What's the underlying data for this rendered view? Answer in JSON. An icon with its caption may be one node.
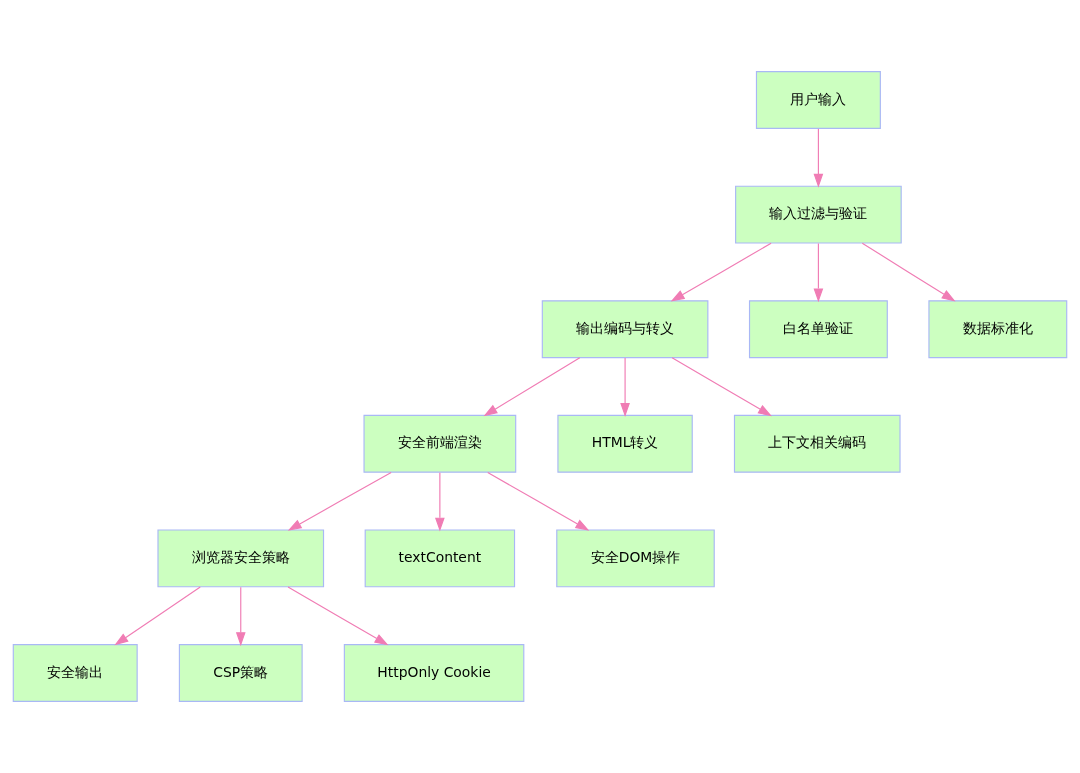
{
  "diagram": {
    "nodes": [
      {
        "text": [
          "用户输入"
        ]
      },
      {
        "text": [
          "输入过滤与验证"
        ]
      },
      {
        "text": [
          "输出编码与转义"
        ]
      },
      {
        "text": [
          "白名单验证"
        ]
      },
      {
        "text": [
          "数据标准化"
        ]
      },
      {
        "text": [
          "安全前端渲染"
        ]
      },
      {
        "text": [
          "HTML转义"
        ]
      },
      {
        "text": [
          "上下文相关编码"
        ]
      },
      {
        "text": [
          "浏览器安全策略"
        ]
      },
      {
        "text": [
          "textContent"
        ]
      },
      {
        "text": [
          "安全DOM操作"
        ]
      },
      {
        "text": [
          "安全输出"
        ]
      },
      {
        "text": [
          "CSP策略"
        ]
      },
      {
        "text": [
          "HttpOnly Cookie"
        ]
      }
    ],
    "edges": [
      {
        "from": 0,
        "to": 1,
        "arrow": "to"
      },
      {
        "from": 1,
        "to": 2,
        "arrow": "to"
      },
      {
        "from": 1,
        "to": 3,
        "arrow": "to"
      },
      {
        "from": 1,
        "to": 4,
        "arrow": "to"
      },
      {
        "from": 2,
        "to": 5,
        "arrow": "to"
      },
      {
        "from": 2,
        "to": 6,
        "arrow": "to"
      },
      {
        "from": 2,
        "to": 7,
        "arrow": "to"
      },
      {
        "from": 5,
        "to": 8,
        "arrow": "to"
      },
      {
        "from": 5,
        "to": 9,
        "arrow": "to"
      },
      {
        "from": 5,
        "to": 10,
        "arrow": "to"
      },
      {
        "from": 8,
        "to": 11,
        "arrow": "to"
      },
      {
        "from": 8,
        "to": 12,
        "arrow": "to"
      },
      {
        "from": 8,
        "to": 13,
        "arrow": "to"
      }
    ]
  }
}
